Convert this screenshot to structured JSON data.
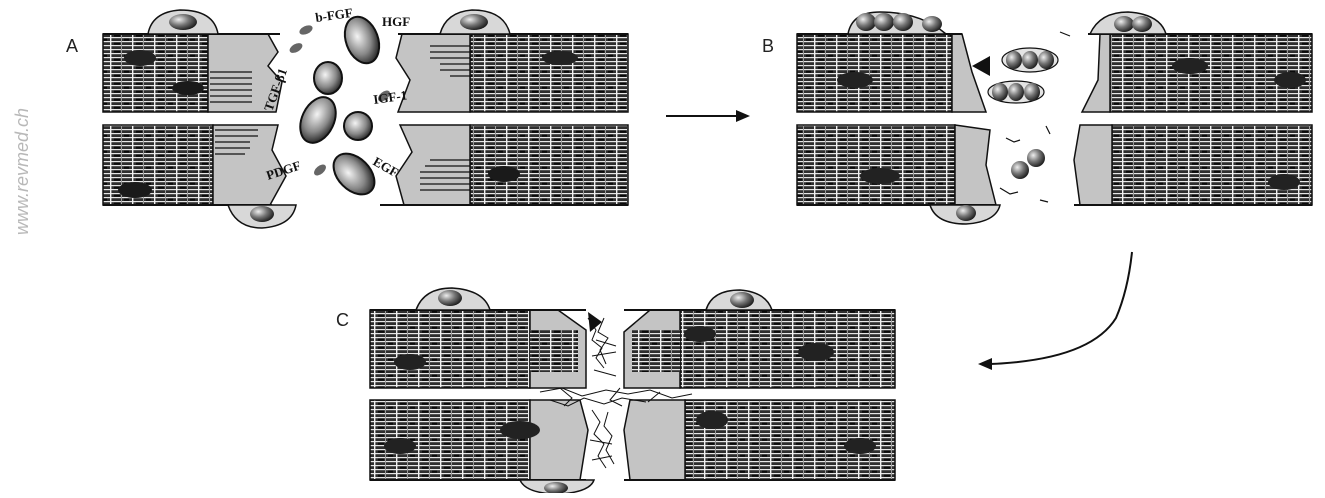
{
  "watermark": "www.revmed.ch",
  "panels": {
    "a": {
      "label": "A"
    },
    "b": {
      "label": "B"
    },
    "c": {
      "label": "C"
    }
  },
  "growth_factors": [
    "b-FGF",
    "HGF",
    "TGF-β1",
    "IGF-1",
    "EGF",
    "PDGF"
  ],
  "colors": {
    "fiber_fill": "#3a3a3a",
    "stripe_light": "#e8e8e8",
    "sarcomere_dark": "#111111",
    "tissue_grey": "#c4c4c4",
    "line": "#111111"
  }
}
